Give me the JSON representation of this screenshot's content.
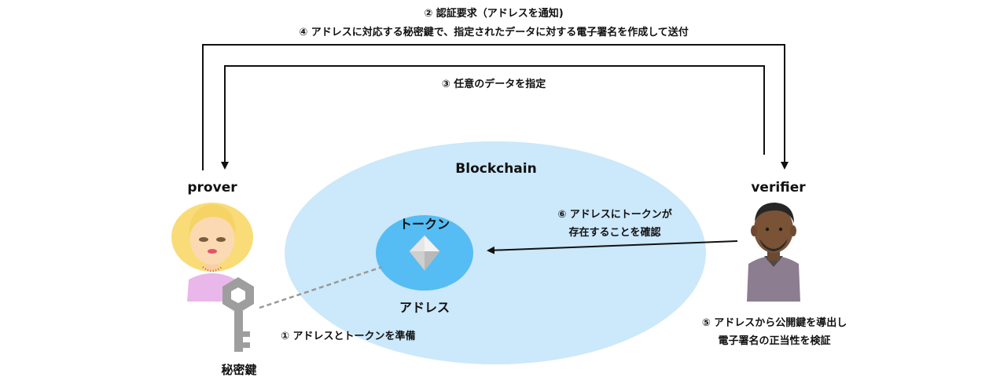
{
  "actors": {
    "prover": "prover",
    "verifier": "verifier"
  },
  "blockchain": {
    "title": "Blockchain",
    "token_label": "トークン",
    "address_label": "アドレス"
  },
  "key_label": "秘密鍵",
  "steps": {
    "step1": "① アドレスとトークンを準備",
    "step2": "② 認証要求（アドレスを通知)",
    "step3": "③ 任意のデータを指定",
    "step4": "④ アドレスに対応する秘密鍵で、指定されたデータに対する電子署名を作成して送付",
    "step5_line1": "⑤ アドレスから公開鍵を導出し",
    "step5_line2": "電子署名の正当性を検証",
    "step6_line1": "⑥ アドレスにトークンが",
    "step6_line2": "存在することを確認"
  },
  "colors": {
    "blockchain_fill": "#cce8fb",
    "token_fill": "#55bdf3",
    "arrow": "#111111",
    "dashed_line": "#999999",
    "key": "#9e9e9e"
  }
}
